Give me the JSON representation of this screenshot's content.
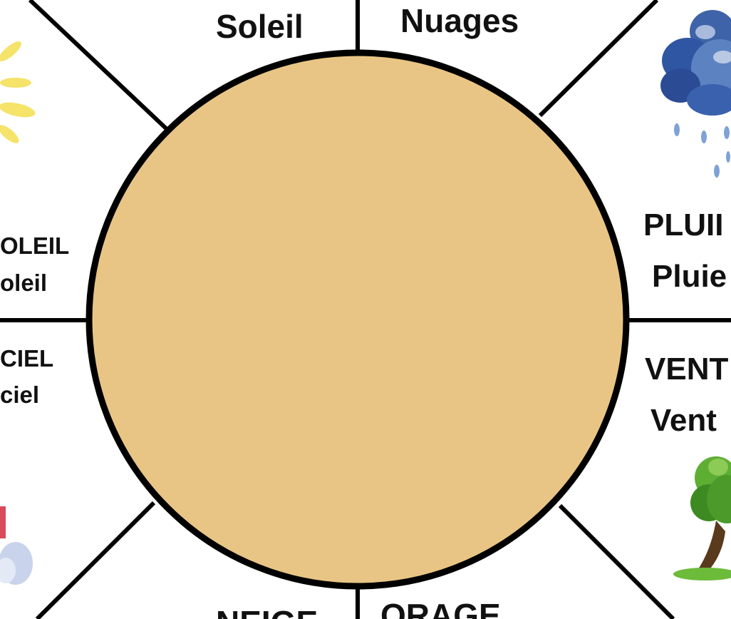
{
  "wheel": {
    "center_color": "#E9C585",
    "line_color": "#000000"
  },
  "sections": {
    "top_left": {
      "name": "Soleil"
    },
    "top_right": {
      "name": "Nuages"
    },
    "left_upper": {
      "title": "OLEIL",
      "name": "oleil",
      "icon": "sun-icon"
    },
    "left_lower": {
      "title": "CIEL",
      "name": "ciel",
      "icon": "rainbow-cloud-icon"
    },
    "right_upper": {
      "title": "PLUII",
      "name": "Pluie",
      "icon": "rain-cloud-icon"
    },
    "right_lower": {
      "title": "VENT",
      "name": "Vent",
      "icon": "tree-icon"
    },
    "bottom_left": {
      "title": "NEIGE"
    },
    "bottom_right": {
      "title": "ORAGE"
    }
  }
}
